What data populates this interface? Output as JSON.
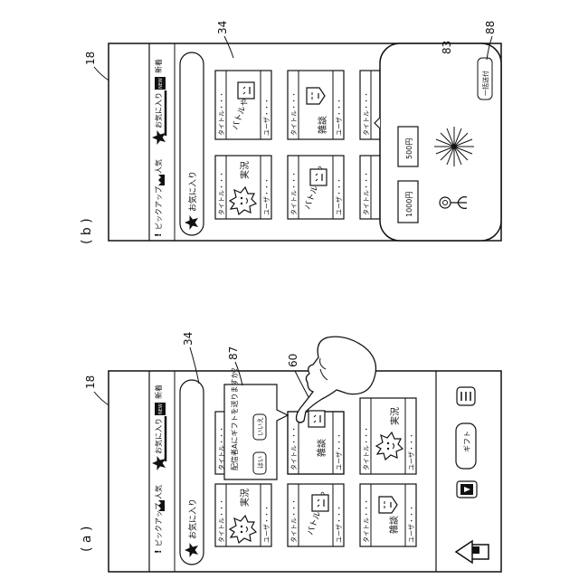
{
  "figure_labels": {
    "panel_a": "( a )",
    "panel_b": "( b )",
    "ref_18_a": "18",
    "ref_18_b": "18",
    "ref_34_a": "34",
    "ref_34_b": "34",
    "ref_87": "87",
    "ref_60": "60",
    "ref_83": "83",
    "ref_88": "88"
  },
  "tabs": {
    "pickup": "ピックアップ",
    "popular": "人気",
    "favorites": "お気に入り",
    "new_badge": "NEW",
    "newest": "新着"
  },
  "search": {
    "value": "お気に入り"
  },
  "cards": {
    "title": "タイトル・・・",
    "user": "ユーザ・・・",
    "live": "実況",
    "chat": "雑談",
    "battle": "バトルやる？"
  },
  "dialog": {
    "message": "配信者Aにギフトを送りますか？",
    "no": "いいえ",
    "yes": "はい"
  },
  "bottom_bar": {
    "gift": "ギフト"
  },
  "gift_panel": {
    "send_one": "一括送付",
    "price_500": "500円",
    "price_1000": "1000円"
  }
}
